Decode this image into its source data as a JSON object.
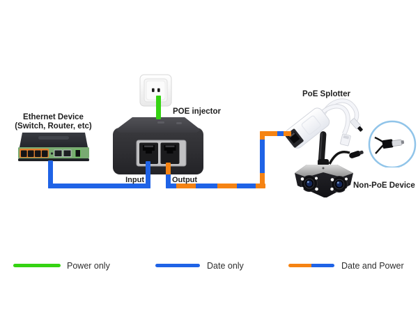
{
  "diagram": {
    "title_hint": "PoE injector wiring diagram",
    "labels": {
      "ethernet_device": {
        "line1": "Ethernet Device",
        "line2": "(Switch, Router, etc)"
      },
      "poe_injector": "POE injector",
      "poe_splitter": "PoE Splotter",
      "non_poe_device": "Non-PoE Device",
      "input": "Input",
      "output": "Output"
    },
    "legend": {
      "items": [
        {
          "label": "Power only",
          "color": "#35d312"
        },
        {
          "label": "Date only",
          "color": "#1f63e6"
        },
        {
          "label": "Date and Power",
          "color_left": "#f58313",
          "color_right": "#1f63e6"
        }
      ]
    },
    "colors": {
      "power_cable_green": "#35d312",
      "data_cable_blue": "#1f63e6",
      "power_data_orange": "#f58313",
      "label_text": "#1f1f1f"
    },
    "devices": [
      {
        "name": "wall-outlet"
      },
      {
        "name": "ethernet-switch"
      },
      {
        "name": "poe-injector"
      },
      {
        "name": "poe-splitter"
      },
      {
        "name": "non-poe-camera"
      }
    ]
  }
}
